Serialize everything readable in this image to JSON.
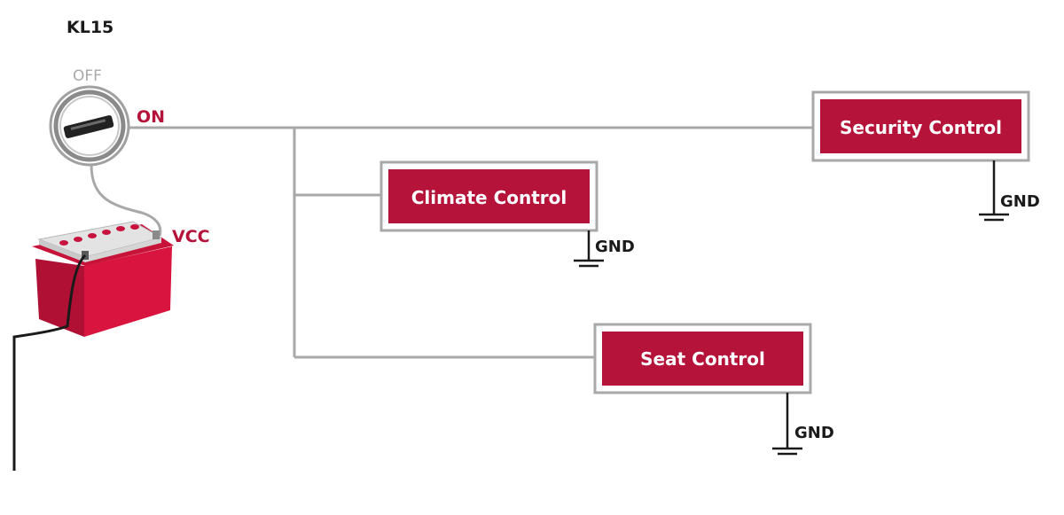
{
  "switch": {
    "title": "KL15",
    "off_label": "OFF",
    "on_label": "ON"
  },
  "battery": {
    "vcc_label": "VCC"
  },
  "modules": [
    {
      "label": "Security Control",
      "ground_label": "GND"
    },
    {
      "label": "Climate Control",
      "ground_label": "GND"
    },
    {
      "label": "Seat Control",
      "ground_label": "GND"
    }
  ],
  "colors": {
    "module_fill": "#b5133a",
    "module_border": "#a8a8a8",
    "wire": "#a8a8a8",
    "accent_text": "#b5133a",
    "battery": "#c8123c"
  }
}
